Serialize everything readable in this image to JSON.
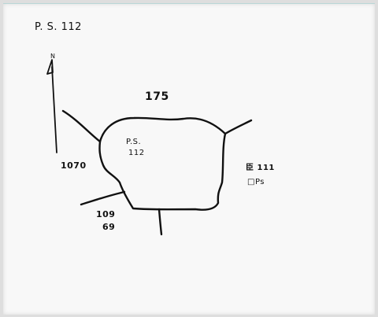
{
  "map": {
    "title": "P. S. 112",
    "north_label": "N",
    "center_label_line1": "P.S.",
    "center_label_line2": "112",
    "top_label": "175",
    "left_label": "1070",
    "right_label_line1": "臣 111",
    "right_label_line2": "□Ps",
    "bottom_label_line1": "109",
    "bottom_label_line2": "69"
  }
}
